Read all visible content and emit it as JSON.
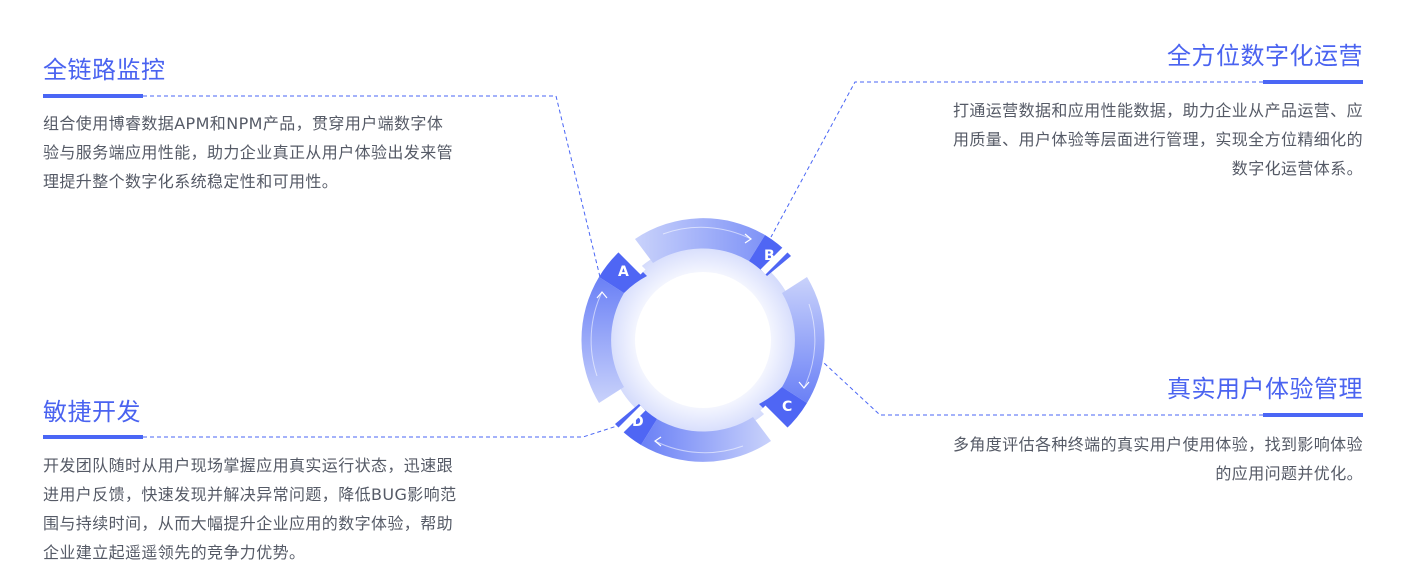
{
  "colors": {
    "accent": "#4a66f5",
    "title": "#4a63f0",
    "body_text": "#555a66",
    "connector": "#4a66f5",
    "ring_dark": "#4f66f4",
    "ring_light": "#c6d0fb"
  },
  "sections": [
    {
      "id": "full-link-monitoring",
      "title": "全链路监控",
      "description_lines": [
        "组合使用博睿数据APM和NPM产品，贯穿用户端数字体",
        "验与服务端应用性能，助力企业真正从用户体验出发来管",
        "理提升整个数字化系统稳定性和可用性。"
      ],
      "ring_marker": "A",
      "position": "top-left"
    },
    {
      "id": "omni-digital-operations",
      "title": "全方位数字化运营",
      "description_lines": [
        "打通运营数据和应用性能数据，助力企业从产品运营、应",
        "用质量、用户体验等层面进行管理，实现全方位精细化的",
        "数字化运营体系。"
      ],
      "ring_marker": "B",
      "position": "top-right"
    },
    {
      "id": "real-user-experience",
      "title": "真实用户体验管理",
      "description_lines": [
        "多角度评估各种终端的真实用户使用体验，找到影响体验",
        "的应用问题并优化。"
      ],
      "ring_marker": "C",
      "position": "bottom-right"
    },
    {
      "id": "agile-development",
      "title": "敏捷开发",
      "description_lines": [
        "开发团队随时从用户现场掌握应用真实运行状态，迅速跟",
        "进用户反馈，快速发现并解决异常问题，降低BUG影响范",
        "围与持续时间，从而大幅提升企业应用的数字体验，帮助",
        "企业建立起遥遥领先的竞争力优势。"
      ],
      "ring_marker": "D",
      "position": "bottom-left"
    }
  ],
  "ring": {
    "markers": [
      "A",
      "B",
      "C",
      "D"
    ],
    "direction": "clockwise-arrows"
  }
}
